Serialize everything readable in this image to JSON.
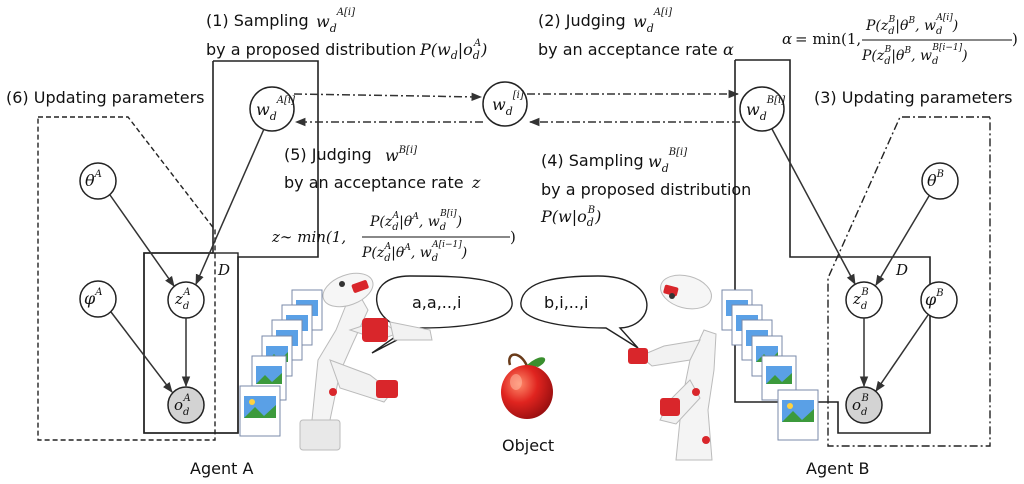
{
  "steps": {
    "s1_line1": "(1) Sampling",
    "s1_line2": "by a proposed distribution",
    "s2_line1": "(2) Judging",
    "s2_line2": "by an acceptance rate",
    "s3": "(3) Updating parameters",
    "s4_line1": "(4) Sampling",
    "s4_line2": "by a proposed distribution",
    "s5_line1": "(5) Judging",
    "s5_line2": "by an acceptance rate",
    "s6": "(6) Updating parameters"
  },
  "agents": {
    "a_label": "Agent A",
    "b_label": "Agent B",
    "a_speech": "a,a,..,i",
    "b_speech": "b,i,..,i",
    "object_label": "Object",
    "plate_label": "D"
  },
  "colors": {
    "robot_red": "#d9262b",
    "apple_red": "#e0241f",
    "observed_fill": "#d3d3d3"
  }
}
